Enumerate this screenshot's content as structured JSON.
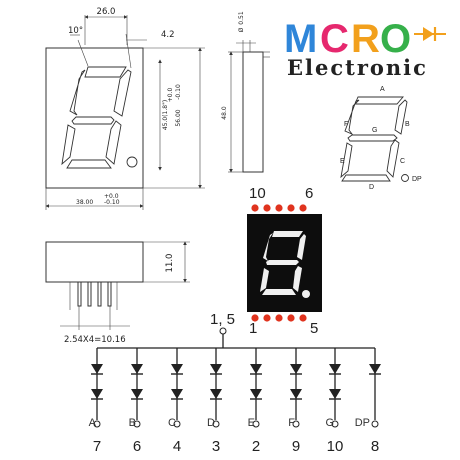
{
  "logo": {
    "letters": [
      {
        "char": "M",
        "color": "#2f86d9"
      },
      {
        "char": "C",
        "color": "#e6286e"
      },
      {
        "char": "R",
        "color": "#f2a01c"
      },
      {
        "char": "O",
        "color": "#36b04a"
      }
    ],
    "subtitle": "Electronic",
    "diode_color": "#f2a01c"
  },
  "front_view": {
    "width": "26.0",
    "angle": "10°",
    "offset": "4.2",
    "height": "45.0(1.8\")",
    "total_height": "56.00",
    "total_height_tol_upper": "+0.0",
    "total_height_tol_lower": "-0.10",
    "total_width": "38.00",
    "total_width_tol_upper": "+0.0",
    "total_width_tol_lower": "-0.10"
  },
  "side_view": {
    "depth": "0.51",
    "depth_prefix": "Ø",
    "height": "48.0"
  },
  "bottom_view": {
    "height": "11.0",
    "pitch": "2.54X4=10.16"
  },
  "segment_map": {
    "labels": [
      "A",
      "B",
      "C",
      "D",
      "E",
      "F",
      "G"
    ],
    "dp_label": "DP"
  },
  "display": {
    "top_left_pin": "10",
    "top_right_pin": "6",
    "bottom_left_pin": "1",
    "bottom_right_pin": "5",
    "body_color": "#0d0d0d",
    "segment_color": "#f0f0f0",
    "pad_color": "#e0331e"
  },
  "schematic": {
    "common_pins": "1, 5",
    "channels": [
      {
        "segment": "A",
        "pin": "7"
      },
      {
        "segment": "B",
        "pin": "6"
      },
      {
        "segment": "C",
        "pin": "4"
      },
      {
        "segment": "D",
        "pin": "3"
      },
      {
        "segment": "E",
        "pin": "2"
      },
      {
        "segment": "F",
        "pin": "9"
      },
      {
        "segment": "G",
        "pin": "10"
      },
      {
        "segment": "DP",
        "pin": "8"
      }
    ]
  }
}
